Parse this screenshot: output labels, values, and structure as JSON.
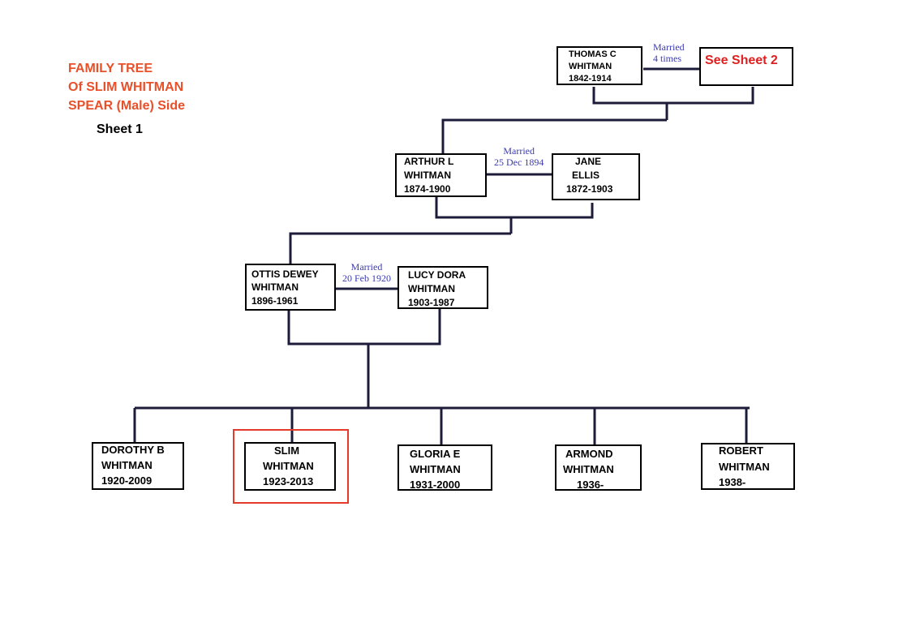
{
  "header": {
    "title_line1": "FAMILY TREE",
    "title_line2": "Of SLIM WHITMAN",
    "title_line3": "SPEAR (Male) Side",
    "sheet_label": "Sheet 1"
  },
  "people": {
    "thomas": {
      "line1": "THOMAS C",
      "line2": "WHITMAN",
      "line3": "1842-1914"
    },
    "see_sheet": {
      "label": "See Sheet 2"
    },
    "arthur": {
      "line1": "ARTHUR L",
      "line2": "WHITMAN",
      "line3": "1874-1900"
    },
    "jane": {
      "line1": "JANE",
      "line2": "ELLIS",
      "line3": "1872-1903"
    },
    "ottis": {
      "line1": "OTTIS DEWEY",
      "line2": "WHITMAN",
      "line3": "1896-1961"
    },
    "lucy": {
      "line1": "LUCY DORA",
      "line2": "WHITMAN",
      "line3": "1903-1987"
    },
    "dorothy": {
      "line1": "DOROTHY B",
      "line2": "WHITMAN",
      "line3": "1920-2009"
    },
    "slim": {
      "line1": "SLIM",
      "line2": "WHITMAN",
      "line3": "1923-2013"
    },
    "gloria": {
      "line1": "GLORIA E",
      "line2": "WHITMAN",
      "line3": "1931-2000"
    },
    "armond": {
      "line1": "ARMOND",
      "line2": "WHITMAN",
      "line3": "1936-"
    },
    "robert": {
      "line1": "ROBERT",
      "line2": "WHITMAN",
      "line3": "1938-"
    }
  },
  "marriages": {
    "thomas": {
      "line1": "Married",
      "line2": "4 times"
    },
    "arthur_jane": {
      "line1": "Married",
      "line2": "25 Dec 1894"
    },
    "ottis_lucy": {
      "line1": "Married",
      "line2": "20 Feb 1920"
    }
  },
  "colors": {
    "title": "#e8502a",
    "highlight": "#e53a2a",
    "married_text": "#3a3ab0",
    "connector": "#1c1c3a"
  }
}
